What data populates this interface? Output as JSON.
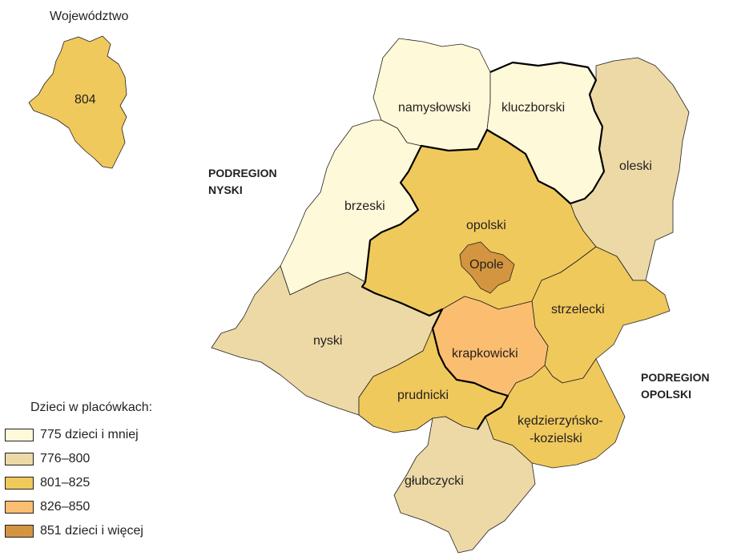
{
  "inset": {
    "title": "Województwo",
    "value": "804"
  },
  "subregions": {
    "nyski": [
      "PODREGION",
      "NYSKI"
    ],
    "opolski": [
      "PODREGION",
      "OPOLSKI"
    ]
  },
  "counties": [
    {
      "name": "namysłowski",
      "class": 0
    },
    {
      "name": "kluczborski",
      "class": 0
    },
    {
      "name": "oleski",
      "class": 1
    },
    {
      "name": "brzeski",
      "class": 0
    },
    {
      "name": "opolski",
      "class": 2
    },
    {
      "name": "Opole",
      "class": 4
    },
    {
      "name": "strzelecki",
      "class": 2
    },
    {
      "name": "nyski",
      "class": 1
    },
    {
      "name": "krapkowicki",
      "class": 3
    },
    {
      "name": "prudnicki",
      "class": 2
    },
    {
      "name": "kędzierzyńsko-",
      "name2": "-kozielski",
      "class": 2
    },
    {
      "name": "głubczycki",
      "class": 1
    }
  ],
  "legend": {
    "title": "Dzieci w placówkach:",
    "items": [
      {
        "label": "775 dzieci i mniej",
        "color": "#fef9d8"
      },
      {
        "label": "776–800",
        "color": "#ecd9a6"
      },
      {
        "label": "801–825",
        "color": "#f0c95c"
      },
      {
        "label": "826–850",
        "color": "#fbbe70"
      },
      {
        "label": "851 dzieci i więcej",
        "color": "#d39540"
      }
    ]
  }
}
